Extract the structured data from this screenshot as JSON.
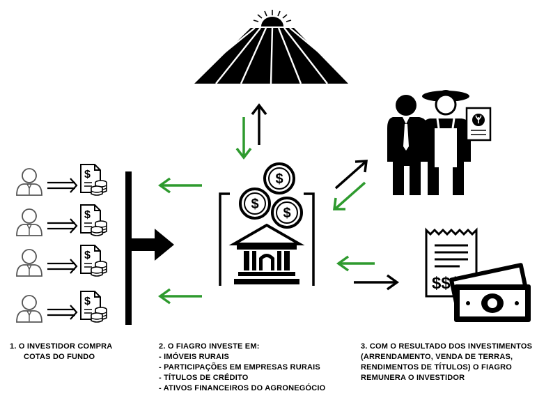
{
  "steps": [
    {
      "number": "1.",
      "lines": [
        "O INVESTIDOR COMPRA",
        "COTAS DO FUNDO"
      ]
    },
    {
      "number": "2.",
      "heading": "O FIAGRO INVESTE EM:",
      "items": [
        "- IMÓVEIS RURAIS",
        "- PARTICIPAÇÕES EM EMPRESAS RURAIS",
        "- TÍTULOS DE CRÉDITO",
        "- ATIVOS FINANCEIROS DO AGRONEGÓCIO"
      ]
    },
    {
      "number": "3.",
      "lines": [
        "COM O RESULTADO DOS INVESTIMENTOS",
        "(ARRENDAMENTO, VENDA DE TERRAS,",
        "RENDIMENTOS DE TÍTULOS) O FIAGRO",
        "REMUNERA O INVESTIDOR"
      ]
    }
  ],
  "colors": {
    "ink": "#000000",
    "green": "#2e9a2e",
    "outline": "#555555"
  },
  "icons": {
    "investors": "investor-person-icon",
    "documents": "document-coins-icon",
    "farm": "farm-field-icon",
    "fund": "fiagro-fund-building-icon",
    "partners": "businessman-farmer-icon",
    "money": "receipt-banknotes-icon"
  }
}
